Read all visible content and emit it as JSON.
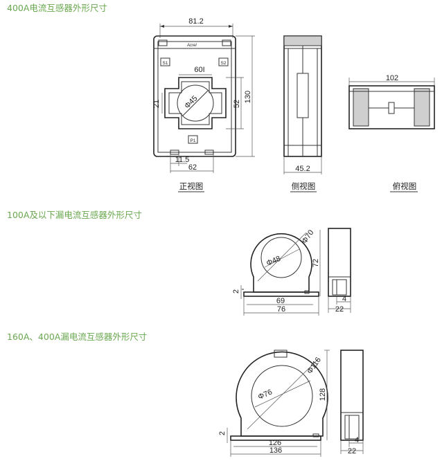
{
  "sections": {
    "s400": {
      "title": "400A电流互感器外形尺寸"
    },
    "s100": {
      "title": "100A及以下漏电流互感器外形尺寸"
    },
    "s160": {
      "title": "160A、400A漏电流互感器外形尺寸"
    }
  },
  "diagram1": {
    "front": {
      "dim_width_top": "81.2",
      "dim_hole_label": "60I",
      "dim_diameter": "Φ45",
      "dim_left": "21",
      "dim_inner_h": "52",
      "dim_height": "130",
      "dim_small": "11.5",
      "dim_bottom": "62",
      "terminal_s1": "S1",
      "terminal_s2": "S2",
      "terminal_p1": "P1",
      "brand": "Acrel",
      "caption": "正视图"
    },
    "side": {
      "dim_width": "45.2",
      "caption": "侧视图"
    },
    "top": {
      "dim_width": "102",
      "caption": "俯视图"
    }
  },
  "diagram2": {
    "dim_outer": "Φ70",
    "dim_inner": "Φ48",
    "dim_height": "72",
    "dim_small": "2",
    "dim_base_inner": "69",
    "dim_base_outer": "76",
    "dim_side_small": "4",
    "dim_side_width": "22"
  },
  "diagram3": {
    "dim_outer": "Φ116",
    "dim_inner": "Φ76",
    "dim_height": "128",
    "dim_small": "2",
    "dim_base_inner": "126",
    "dim_base_outer": "136",
    "dim_side_small": "4",
    "dim_side_width": "22"
  }
}
